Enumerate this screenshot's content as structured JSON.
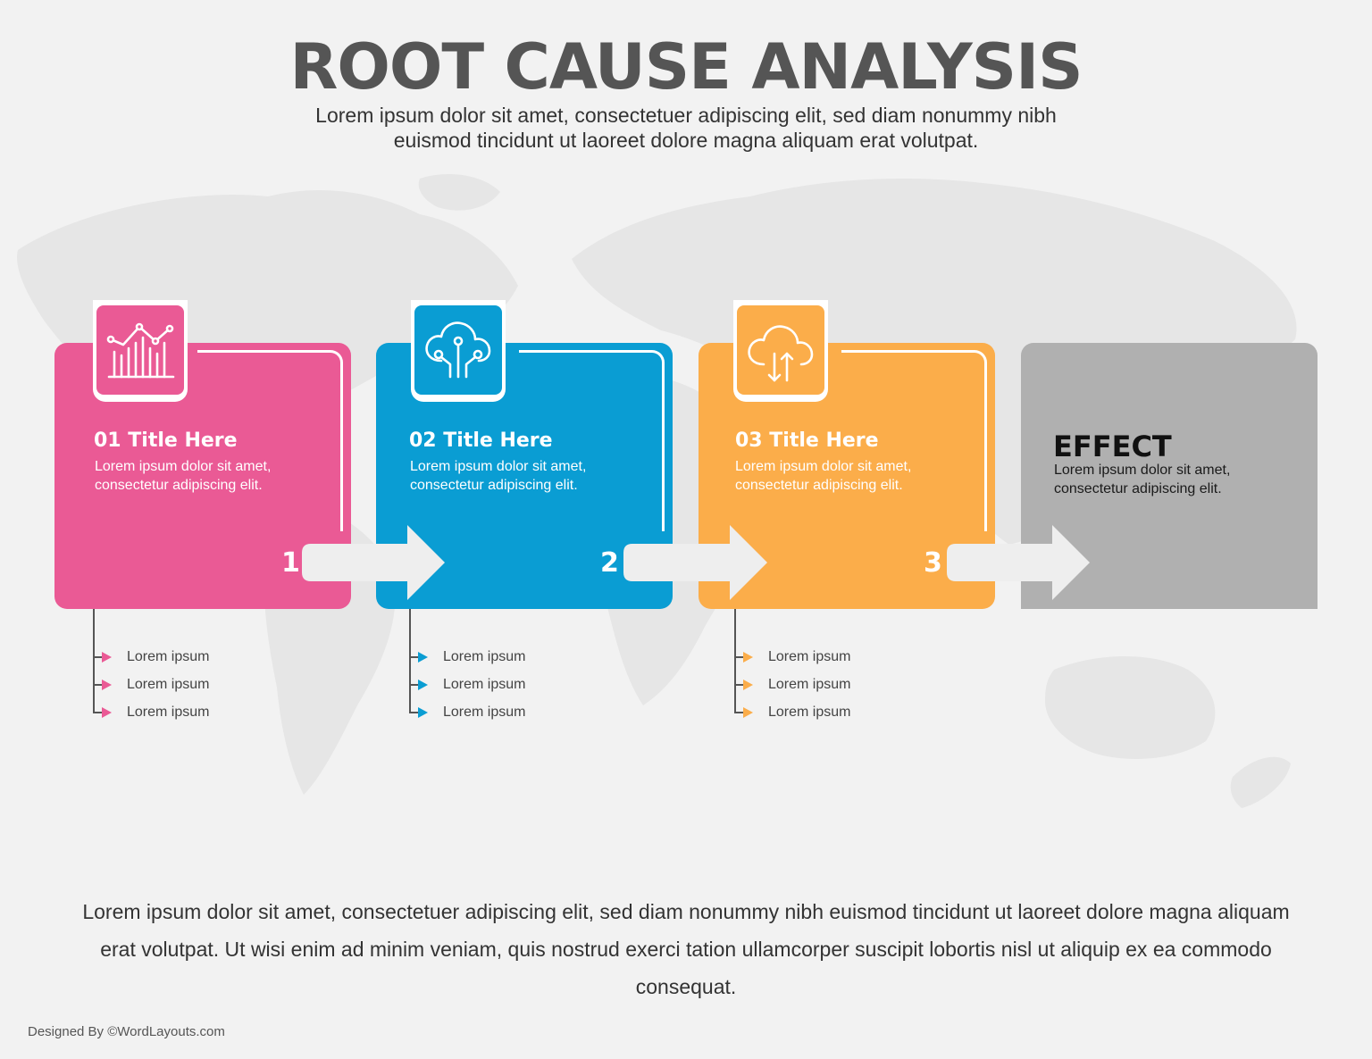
{
  "title": "ROOT CAUSE ANALYSIS",
  "subtitle": "Lorem ipsum dolor sit amet, consectetuer adipiscing elit, sed diam nonummy nibh euismod tincidunt ut laoreet dolore magna aliquam erat volutpat.",
  "steps": [
    {
      "title": "01 Title Here",
      "text": "Lorem ipsum dolor sit amet, consectetur adipiscing elit.",
      "number": "1",
      "icon": "chart-icon",
      "color": "#ea5a95",
      "items": [
        "Lorem ipsum",
        "Lorem ipsum",
        "Lorem ipsum"
      ]
    },
    {
      "title": "02 Title Here",
      "text": "Lorem ipsum dolor sit amet, consectetur adipiscing elit.",
      "number": "2",
      "icon": "cloud-network-icon",
      "color": "#0a9dd3",
      "items": [
        "Lorem ipsum",
        "Lorem ipsum",
        "Lorem ipsum"
      ]
    },
    {
      "title": "03 Title Here",
      "text": "Lorem ipsum dolor sit amet, consectetur adipiscing elit.",
      "number": "3",
      "icon": "cloud-sync-icon",
      "color": "#fbad4a",
      "items": [
        "Lorem ipsum",
        "Lorem ipsum",
        "Lorem ipsum"
      ]
    }
  ],
  "effect": {
    "title": "EFFECT",
    "text": "Lorem ipsum dolor sit amet, consectetur adipiscing elit.",
    "color": "#b0b0b0"
  },
  "footer": {
    "text": "Lorem ipsum dolor sit amet, consectetuer adipiscing elit, sed diam nonummy nibh euismod tincidunt ut laoreet dolore magna aliquam erat volutpat. Ut wisi enim ad minim veniam, quis nostrud exerci tation ullamcorper suscipit lobortis nisl ut aliquip ex ea commodo consequat.",
    "credit": "Designed By ©WordLayouts.com"
  }
}
